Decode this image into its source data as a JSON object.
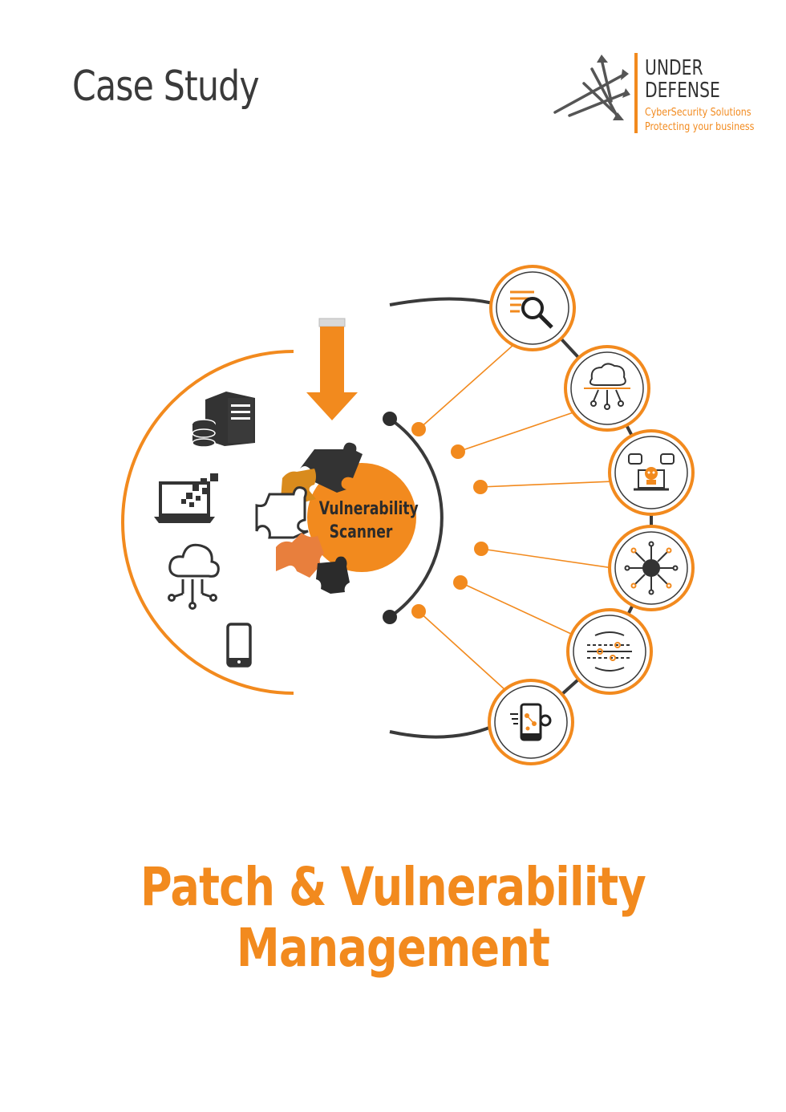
{
  "header": {
    "title": "Case Study"
  },
  "logo": {
    "line1": "UNDER",
    "line2": "DEFENSE",
    "tagline1": "CyberSecurity Solutions",
    "tagline2": "Protecting your business"
  },
  "diagram": {
    "scanner_label_line1": "Vulnerability",
    "scanner_label_line2": "Scanner",
    "accent_color": "#f28a1e",
    "dark_color": "#3a3a3a",
    "assets": [
      "server-database-icon",
      "laptop-pixel-icon",
      "cloud-network-icon",
      "smartphone-icon"
    ],
    "capabilities": [
      "document-search-icon",
      "ai-brain-icon",
      "laptop-bot-icon",
      "globe-circuit-icon",
      "data-flow-icon",
      "mobile-settings-icon"
    ]
  },
  "footer": {
    "title_line1": "Patch & Vulnerability",
    "title_line2": "Management"
  }
}
